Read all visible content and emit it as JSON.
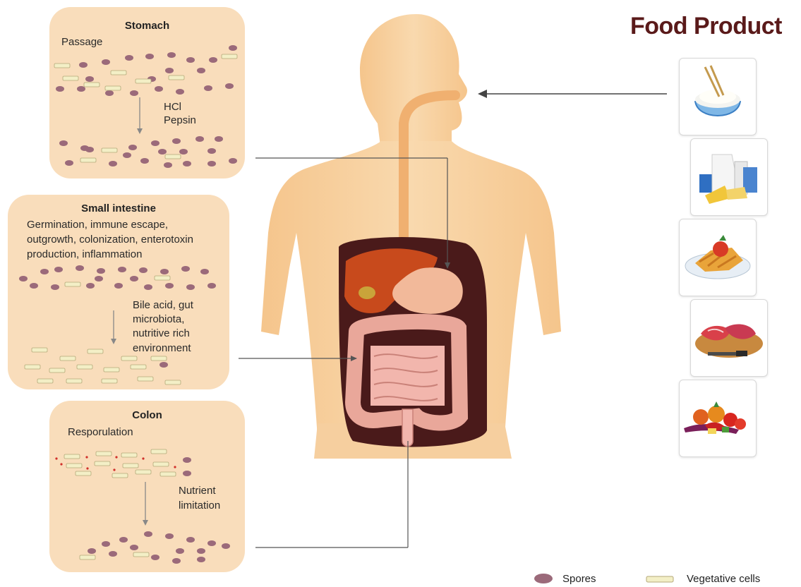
{
  "title": "Food Product",
  "panels": {
    "stomach": {
      "title": "Stomach",
      "stage": "Passage",
      "factors": [
        "HCl",
        "Pepsin"
      ]
    },
    "small_intestine": {
      "title": "Small intestine",
      "stage_lines": [
        "Germination, immune escape,",
        "outgrowth, colonization, enterotoxin",
        "production, inflammation"
      ],
      "factors": [
        "Bile acid, gut",
        "microbiota,",
        "nutritive rich",
        "environment"
      ]
    },
    "colon": {
      "title": "Colon",
      "stage": "Resporulation",
      "factors": [
        "Nutrient",
        "limitation"
      ]
    }
  },
  "foods": [
    {
      "icon": "rice-bowl-icon"
    },
    {
      "icon": "dairy-products-icon"
    },
    {
      "icon": "pasta-plate-icon"
    },
    {
      "icon": "raw-meat-icon"
    },
    {
      "icon": "vegetables-icon"
    }
  ],
  "legend": {
    "spores": "Spores",
    "vegetative": "Vegetative cells"
  },
  "colors": {
    "panel": "#f9ddbb",
    "spore": "#9b6a7a",
    "vegetative": "#f3efc6",
    "title": "#5a1a1a"
  }
}
